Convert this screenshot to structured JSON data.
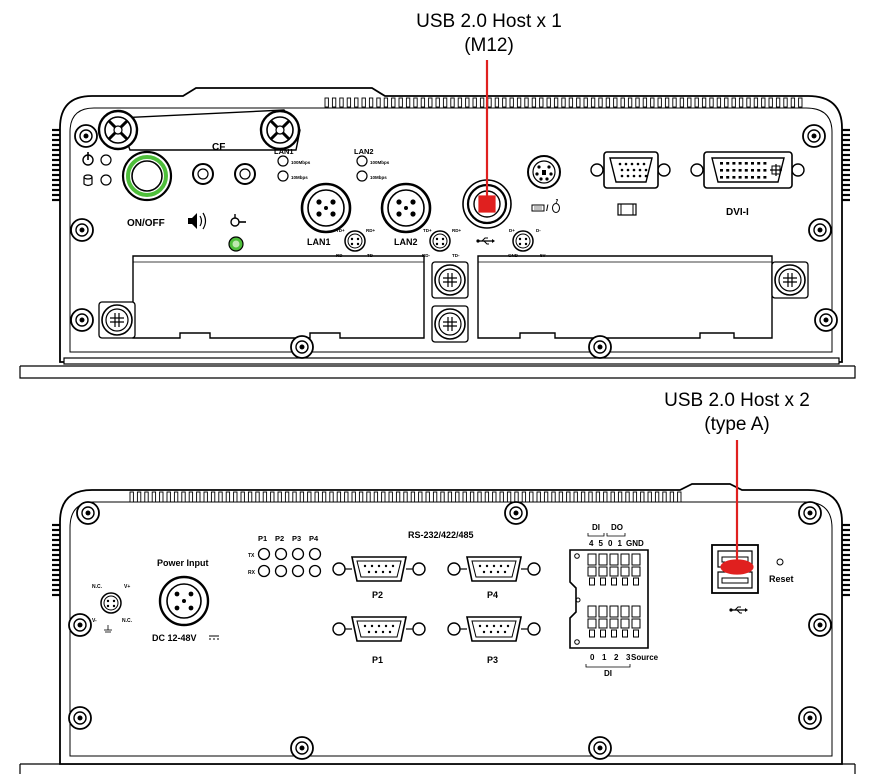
{
  "callouts": {
    "top": {
      "line1": "USB 2.0 Host x 1",
      "line2": "(M12)"
    },
    "bottom": {
      "line1": "USB 2.0 Host x 2",
      "line2": "(type A)"
    }
  },
  "front_panel": {
    "cf_label": "CF",
    "onoff_label": "ON/OFF",
    "lan1_led_title": "LAN1",
    "lan2_led_title": "LAN2",
    "speed_100": "100Mbps",
    "speed_10": "10Mbps",
    "lan1_label": "LAN1",
    "lan2_label": "LAN2",
    "pin_tdp": "TD+",
    "pin_rdp": "RD+",
    "pin_rdm": "RD-",
    "pin_tdm": "TD-",
    "pin_dp": "D+",
    "pin_dm": "D-",
    "pin_gnd": "GND",
    "pin_5v": "5V",
    "dvi_label": "DVI-I",
    "kbms_label": "/"
  },
  "rear_panel": {
    "power_input_label": "Power Input",
    "dc_label": "DC  12-48V",
    "pin_nc1": "N.C.",
    "pin_vplus": "V+",
    "pin_vminus": "V-",
    "pin_nc2": "N.C.",
    "led_cols": [
      "P1",
      "P2",
      "P3",
      "P4"
    ],
    "led_tx": "TX",
    "led_rx": "RX",
    "rs_label": "RS-232/422/485",
    "port_p2": "P2",
    "port_p4": "P4",
    "port_p1": "P1",
    "port_p3": "P3",
    "di_top": "DI",
    "do_top": "DO",
    "term_top_nums": [
      "4",
      "5",
      "0",
      "1"
    ],
    "term_gnd": "GND",
    "term_bottom_nums": [
      "0",
      "1",
      "2",
      "3"
    ],
    "term_source": "Source",
    "di_bottom": "DI",
    "reset_label": "Reset"
  },
  "colors": {
    "highlight": "#e0201f",
    "led_green": "#4fbf3b",
    "line": "#000000"
  }
}
